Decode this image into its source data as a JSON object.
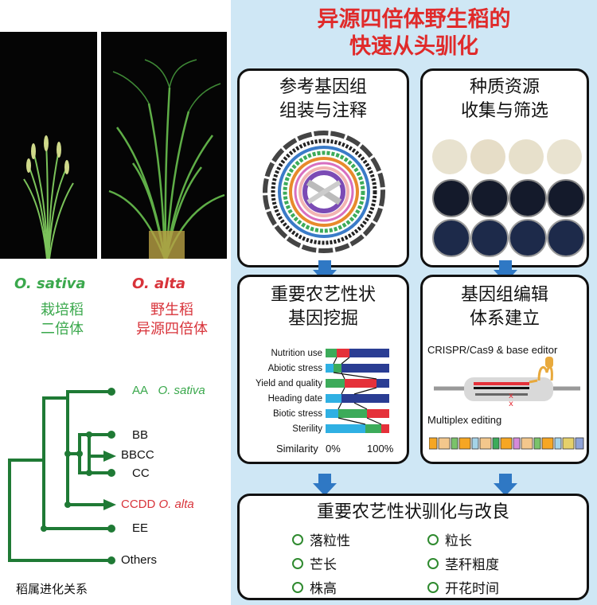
{
  "main_title": [
    "异源四倍体野生稻的",
    "快速从头驯化"
  ],
  "left": {
    "species": [
      {
        "latin": "O. sativa",
        "cn_line1": "栽培稻",
        "cn_line2": "二倍体",
        "color": "#3aa84c"
      },
      {
        "latin": "O. alta",
        "cn_line1": "野生稻",
        "cn_line2": "异源四倍体",
        "color": "#d8333a"
      }
    ],
    "tree": {
      "leaves": [
        {
          "genome": "AA",
          "species": "O. sativa",
          "color": "#3aa84c"
        },
        {
          "genome": "BB",
          "species": "",
          "color": "#111111"
        },
        {
          "genome": "BBCC",
          "species": "",
          "color": "#111111"
        },
        {
          "genome": "CC",
          "species": "",
          "color": "#111111"
        },
        {
          "genome": "CCDD",
          "species": "O. alta",
          "color": "#d8333a"
        },
        {
          "genome": "EE",
          "species": "",
          "color": "#111111"
        },
        {
          "genome": "Others",
          "species": "",
          "color": "#111111"
        }
      ],
      "caption": "稻属进化关系",
      "line_color": "#1f7a35"
    }
  },
  "boxes": {
    "genome": {
      "title1": "参考基因组",
      "title2": "组装与注释"
    },
    "germplasm": {
      "title1": "种质资源",
      "title2": "收集与筛选"
    },
    "traits": {
      "title1": "重要农艺性状",
      "title2": "基因挖掘",
      "trait_labels": [
        "Nutrition use",
        "Abiotic stress",
        "Yield and quality",
        "Heading date",
        "Biotic stress",
        "Sterility"
      ],
      "x_label": "Similarity",
      "x_ticks": [
        "0%",
        "100%"
      ]
    },
    "editing": {
      "title1": "基因组编辑",
      "title2": "体系建立",
      "line1": "CRISPR/Cas9 & base editor",
      "line2": "Multiplex editing"
    },
    "domestication": {
      "title": "重要农艺性状驯化与改良",
      "items_left": [
        "落粒性",
        "芒长",
        "株高"
      ],
      "items_right": [
        "粒长",
        "茎秆粗度",
        "开花时间"
      ]
    }
  },
  "colors": {
    "accent_red": "#e02a2a",
    "panel_blue": "#cfe7f5",
    "arrow_blue": "#2f78c4",
    "tree_green": "#1f7a35"
  }
}
